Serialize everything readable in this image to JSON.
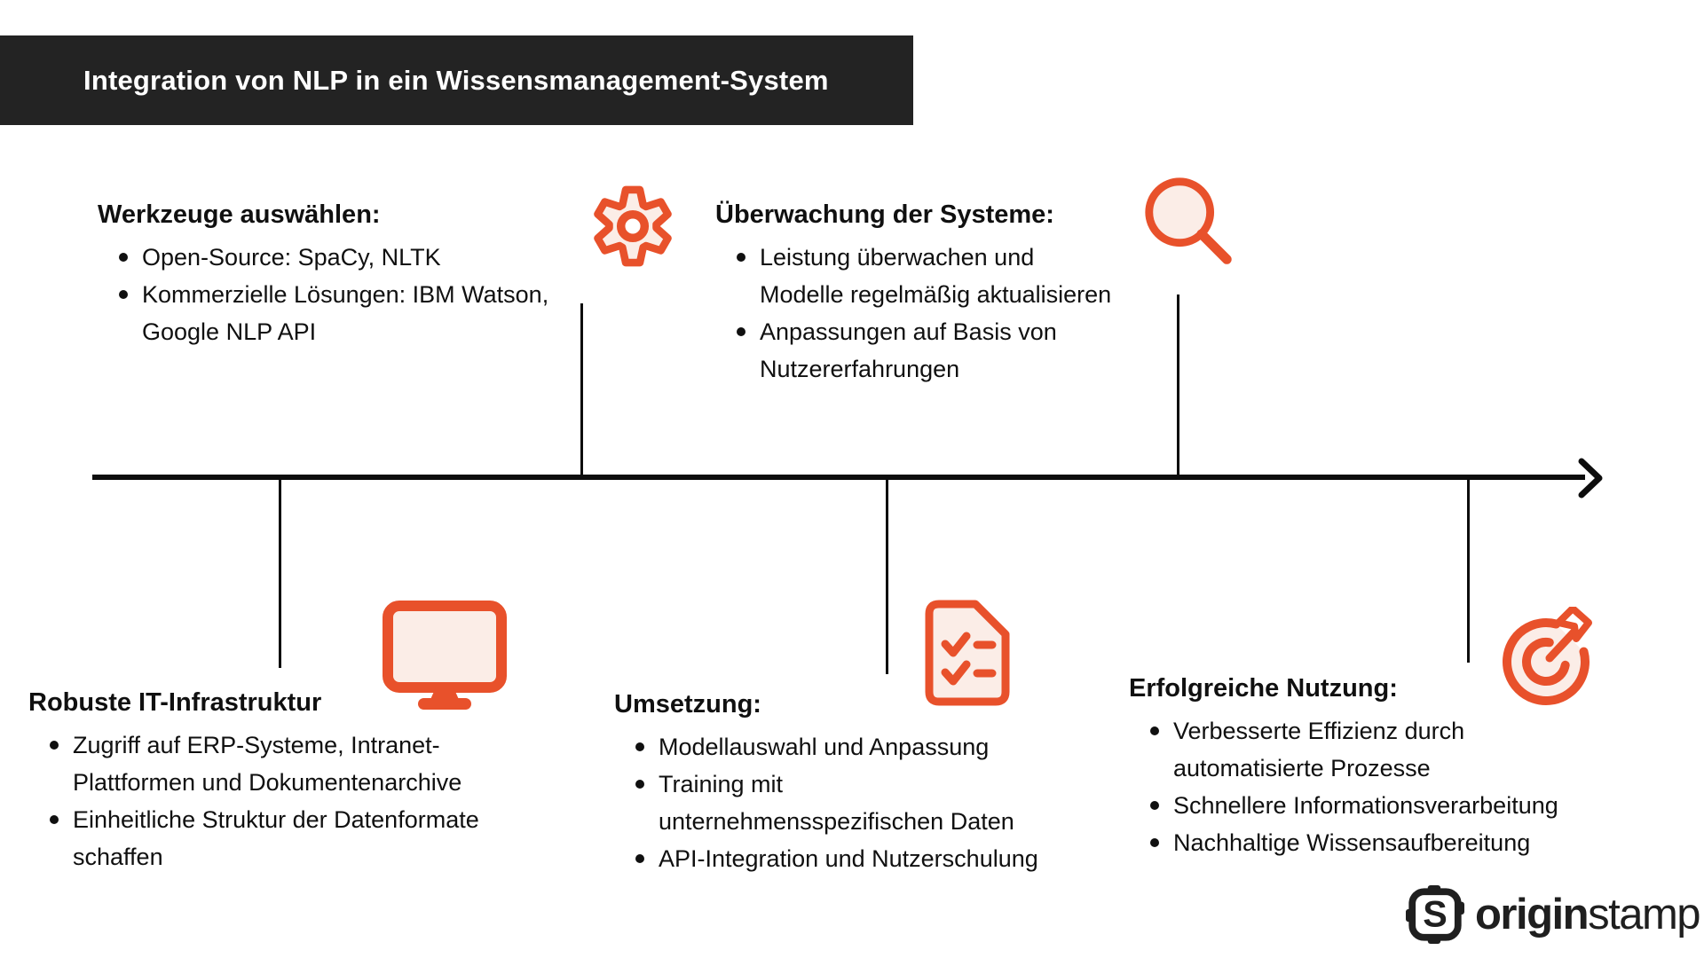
{
  "title": {
    "text": "Integration von NLP in ein Wissensmanagement-System"
  },
  "colors": {
    "accent": "#E8512B",
    "accent_fill": "#FBEDE7",
    "banner_bg": "#232323",
    "banner_fg": "#ffffff",
    "timeline": "#0d0d0d",
    "text": "#101010",
    "logo": "#1f1f1f"
  },
  "timeline": {
    "style": "horizontal-arrow-right"
  },
  "sections": [
    {
      "id": "werkzeuge",
      "icon": "gear-icon",
      "position": "above-line",
      "heading": "Werkzeuge auswählen:",
      "bullets": [
        "Open-Source: SpaCy, NLTK",
        "Kommerzielle Lösungen: IBM Watson,\nGoogle NLP API"
      ]
    },
    {
      "id": "ueberwachung",
      "icon": "magnifier-icon",
      "position": "above-line",
      "heading": "Überwachung der Systeme:",
      "bullets": [
        "Leistung überwachen und\nModelle regelmäßig aktualisieren",
        "Anpassungen auf Basis von\nNutzererfahrungen"
      ]
    },
    {
      "id": "robuste-it",
      "icon": "monitor-icon",
      "position": "below-line",
      "heading": "Robuste IT-Infrastruktur",
      "bullets": [
        "Zugriff auf ERP-Systeme, Intranet-\nPlattformen und Dokumentenarchive",
        "Einheitliche Struktur der Datenformate\nschaffen"
      ]
    },
    {
      "id": "umsetzung",
      "icon": "checklist-document-icon",
      "position": "below-line",
      "heading": "Umsetzung:",
      "bullets": [
        "Modellauswahl und Anpassung",
        "Training mit\nunternehmensspezifischen Daten",
        "API-Integration und Nutzerschulung"
      ]
    },
    {
      "id": "erfolgreiche-nutzung",
      "icon": "target-dart-icon",
      "position": "below-line",
      "heading": "Erfolgreiche Nutzung:",
      "bullets": [
        "Verbesserte Effizienz durch\nautomatisierte Prozesse",
        "Schnellere Informationsverarbeitung",
        "Nachhaltige Wissensaufbereitung"
      ]
    }
  ],
  "logo": {
    "brand_bold": "origin",
    "brand_regular": "stamp"
  }
}
